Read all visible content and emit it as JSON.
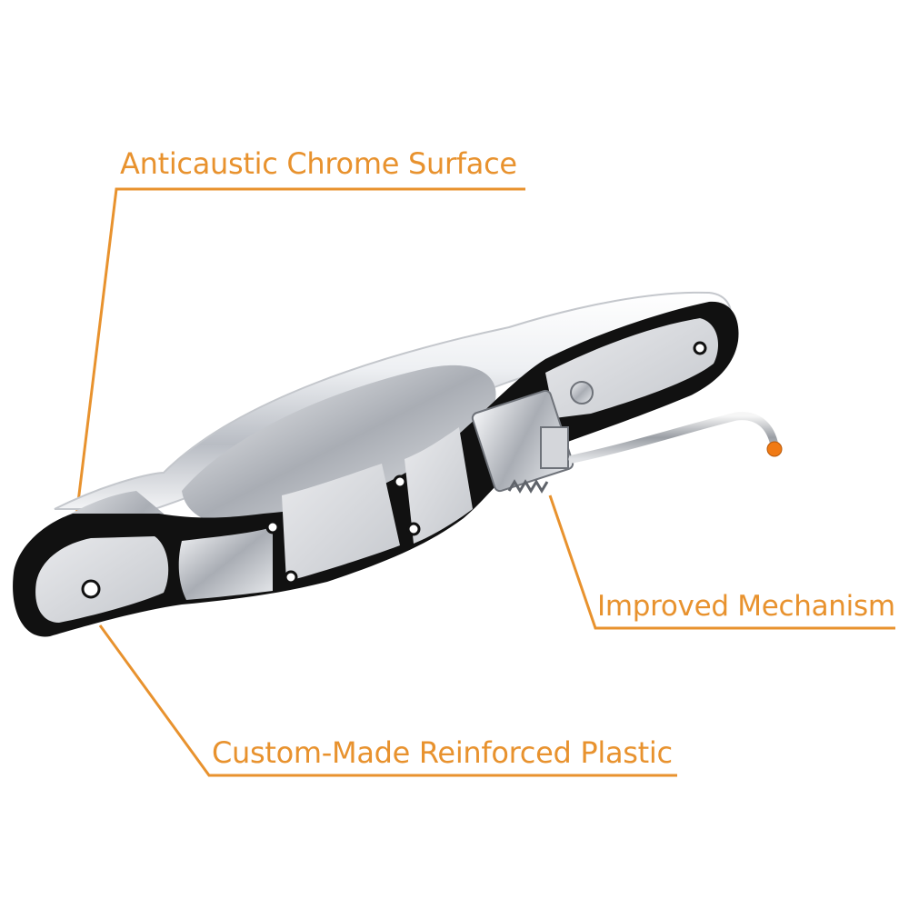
{
  "callouts": {
    "chrome_surface": "Anticaustic Chrome Surface",
    "mechanism": "Improved Mechanism",
    "plastic": "Custom-Made Reinforced Plastic"
  },
  "colors": {
    "accent": "#e8922e",
    "chrome_light": "#f4f5f7",
    "chrome_mid": "#c9ccd1",
    "chrome_dark": "#8b8f96",
    "gasket": "#111111",
    "rod_tip": "#f07a14"
  },
  "product": "chrome-door-handle-image"
}
